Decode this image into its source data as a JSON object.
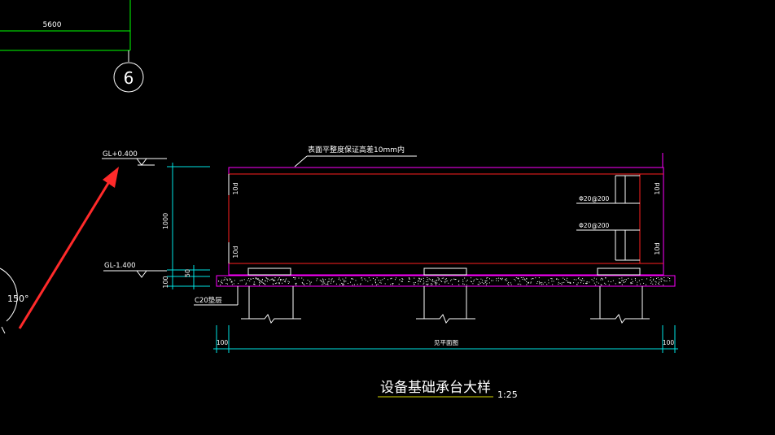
{
  "colors": {
    "background": "#000000",
    "grid_line": "#00ff00",
    "cad_white": "#ffffff",
    "magenta": "#ff00ff",
    "red": "#ff2020",
    "cyan": "#00e5e5",
    "dim_yellow": "#d8d800",
    "annotation_arrow": "#ff2a2a"
  },
  "top_dimension": {
    "value": "5600"
  },
  "axis_bubble": {
    "label": "6"
  },
  "angle_label": "150°",
  "elevations": {
    "top": "GL+0.400",
    "bottom": "GL-1.400"
  },
  "surface_note": "表面平整度保证高差10mm内",
  "left_dims": {
    "height": "1000",
    "cover": "50",
    "base": "100"
  },
  "base_concrete_note": "C20垫层",
  "rebar_labels": {
    "upper": "Φ20@200",
    "lower": "Φ20@200"
  },
  "side_markers": {
    "left_top": "10d",
    "left_bottom": "10d",
    "right_top": "10d",
    "right_bottom": "10d"
  },
  "bottom_dims": {
    "left": "100",
    "middle": "见平面图",
    "right": "100"
  },
  "title": {
    "main": "设备基础承台大样",
    "scale": "1:25"
  }
}
